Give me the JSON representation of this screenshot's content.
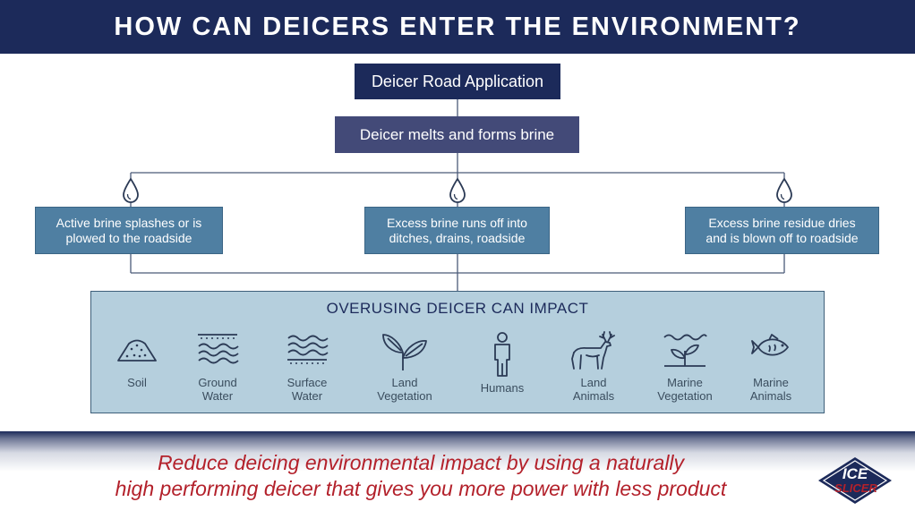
{
  "header": {
    "title": "HOW CAN DEICERS ENTER THE ENVIRONMENT?"
  },
  "flow": {
    "step1": "Deicer Road Application",
    "step2": "Deicer melts and forms brine",
    "paths": [
      {
        "line1": "Active brine splashes or is",
        "line2": "plowed to the roadside"
      },
      {
        "line1": "Excess brine runs off into",
        "line2": "ditches, drains, roadside"
      },
      {
        "line1": "Excess brine residue dries",
        "line2": "and is blown off to roadside"
      }
    ]
  },
  "impact": {
    "title": "OVERUSING DEICER CAN IMPACT",
    "items": [
      {
        "icon": "soil-icon",
        "line1": "Soil",
        "line2": ""
      },
      {
        "icon": "ground-water-icon",
        "line1": "Ground",
        "line2": "Water"
      },
      {
        "icon": "surface-water-icon",
        "line1": "Surface",
        "line2": "Water"
      },
      {
        "icon": "plant-leaves-icon",
        "line1": "Land",
        "line2": "Vegetation"
      },
      {
        "icon": "person-icon",
        "line1": "Humans",
        "line2": ""
      },
      {
        "icon": "deer-icon",
        "line1": "Land",
        "line2": "Animals"
      },
      {
        "icon": "sprout-icon",
        "line1": "Marine",
        "line2": "Vegetation"
      },
      {
        "icon": "fish-icon",
        "line1": "Marine",
        "line2": "Animals"
      }
    ]
  },
  "footer": {
    "tagline_line1": "Reduce deicing environmental impact by using a naturally",
    "tagline_line2": "high performing deicer that gives you more power with less product"
  },
  "logo": {
    "top": "ICE",
    "bottom": "SLICER"
  },
  "colors": {
    "navy": "#1c2a5a",
    "path_blue": "#4f7fa2",
    "impact_bg": "#b5cfdd",
    "tagline_red": "#b3212b"
  }
}
